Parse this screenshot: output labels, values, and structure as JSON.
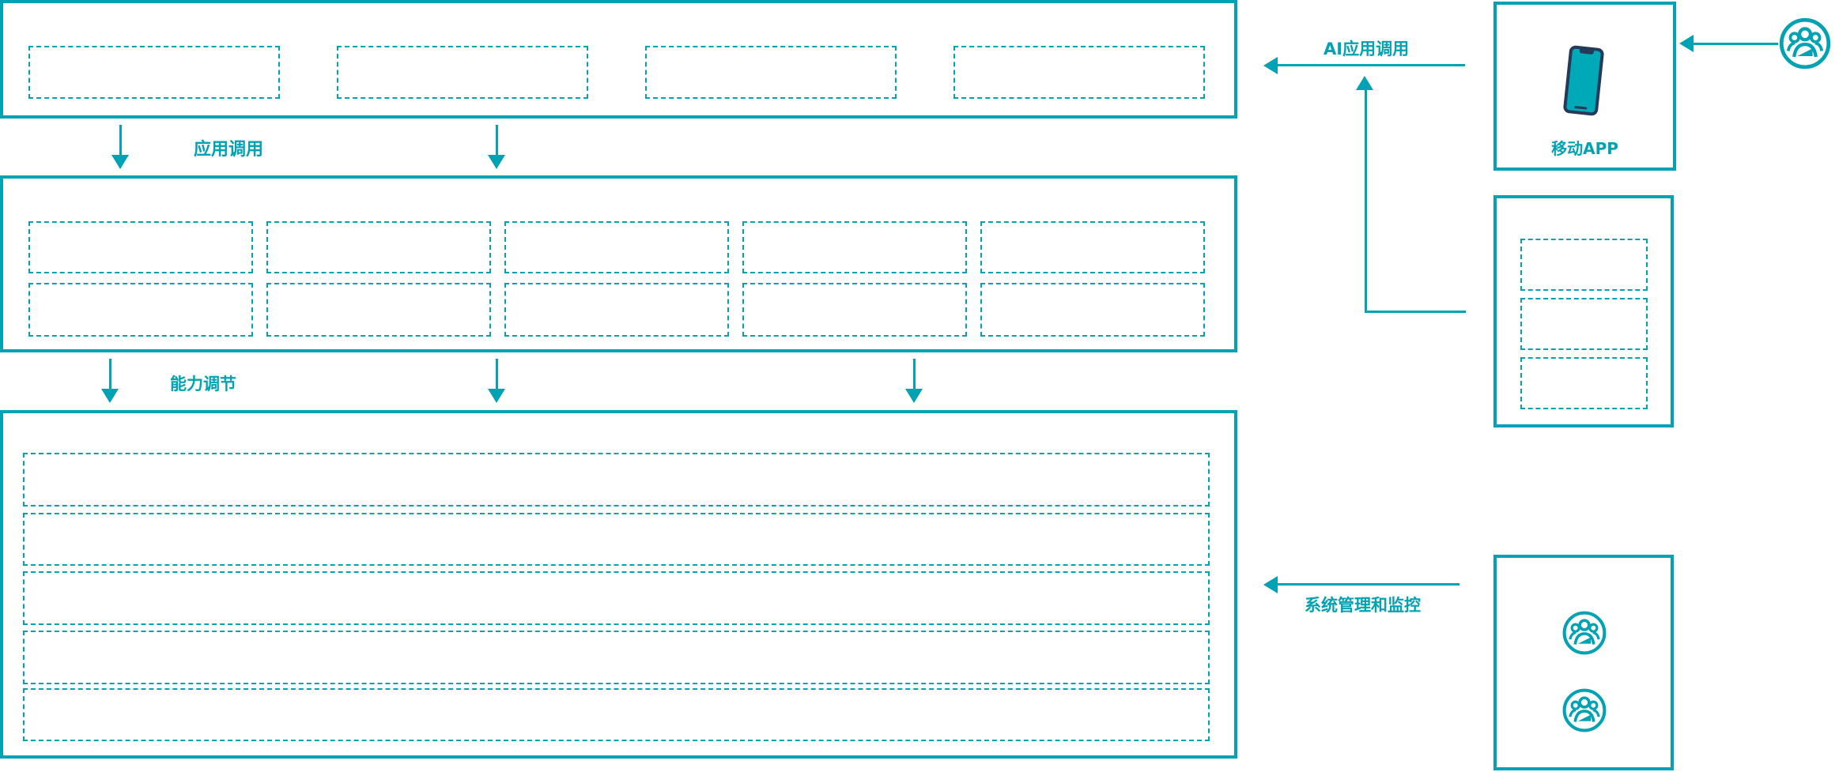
{
  "colors": {
    "accent": "#00a2b3",
    "phone_body": "#253a58",
    "phone_screen": "#00a9b8"
  },
  "connectors": {
    "app_call_label": "应用调用",
    "capability_label": "能力调节",
    "ai_call_label": "AI应用调用",
    "monitor_label": "系统管理和监控"
  },
  "left_column": {
    "top_section": {
      "slots": 4
    },
    "middle_section": {
      "rows": 2,
      "cols": 5
    },
    "bottom_section": {
      "rows": 5
    }
  },
  "right_column": {
    "mobile_app": {
      "label": "移动APP",
      "icon": "smartphone-icon"
    },
    "platform_box": {
      "slots": 3
    },
    "admin_box": {
      "icons": [
        "user-group-icon",
        "user-group-icon"
      ]
    },
    "top_user": {
      "icon": "user-group-icon"
    }
  }
}
